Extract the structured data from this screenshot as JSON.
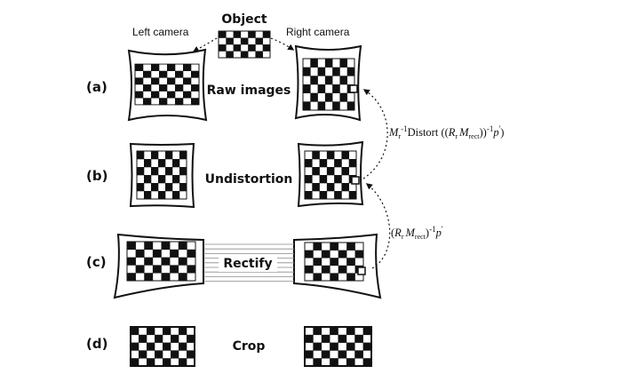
{
  "object": {
    "title": "Object"
  },
  "cameras": {
    "left": "Left camera",
    "right": "Right camera"
  },
  "rows": [
    {
      "id": "a",
      "row_label": "(a)",
      "step": "Raw images"
    },
    {
      "id": "b",
      "row_label": "(b)",
      "step": "Undistortion"
    },
    {
      "id": "c",
      "row_label": "(c)",
      "step": "Rectify"
    },
    {
      "id": "d",
      "row_label": "(d)",
      "step": "Crop"
    }
  ],
  "equations": {
    "eq1": {
      "m": "M",
      "m_sub": "r",
      "m_sup": "-1",
      "distort": "Distort",
      "open": "((",
      "r": "R",
      "r_sub": "r",
      "m2": "M",
      "m2_sub": "rect",
      "close": "))",
      "close_sup": "-1",
      "p": "p",
      "p_sup": "'",
      "end": ")"
    },
    "eq2": {
      "open": "(",
      "r": "R",
      "r_sub": "r",
      "m": "M",
      "m_sub": "rect",
      "close": ")",
      "close_sup": "-1",
      "p": "p",
      "p_sup": "'"
    }
  }
}
